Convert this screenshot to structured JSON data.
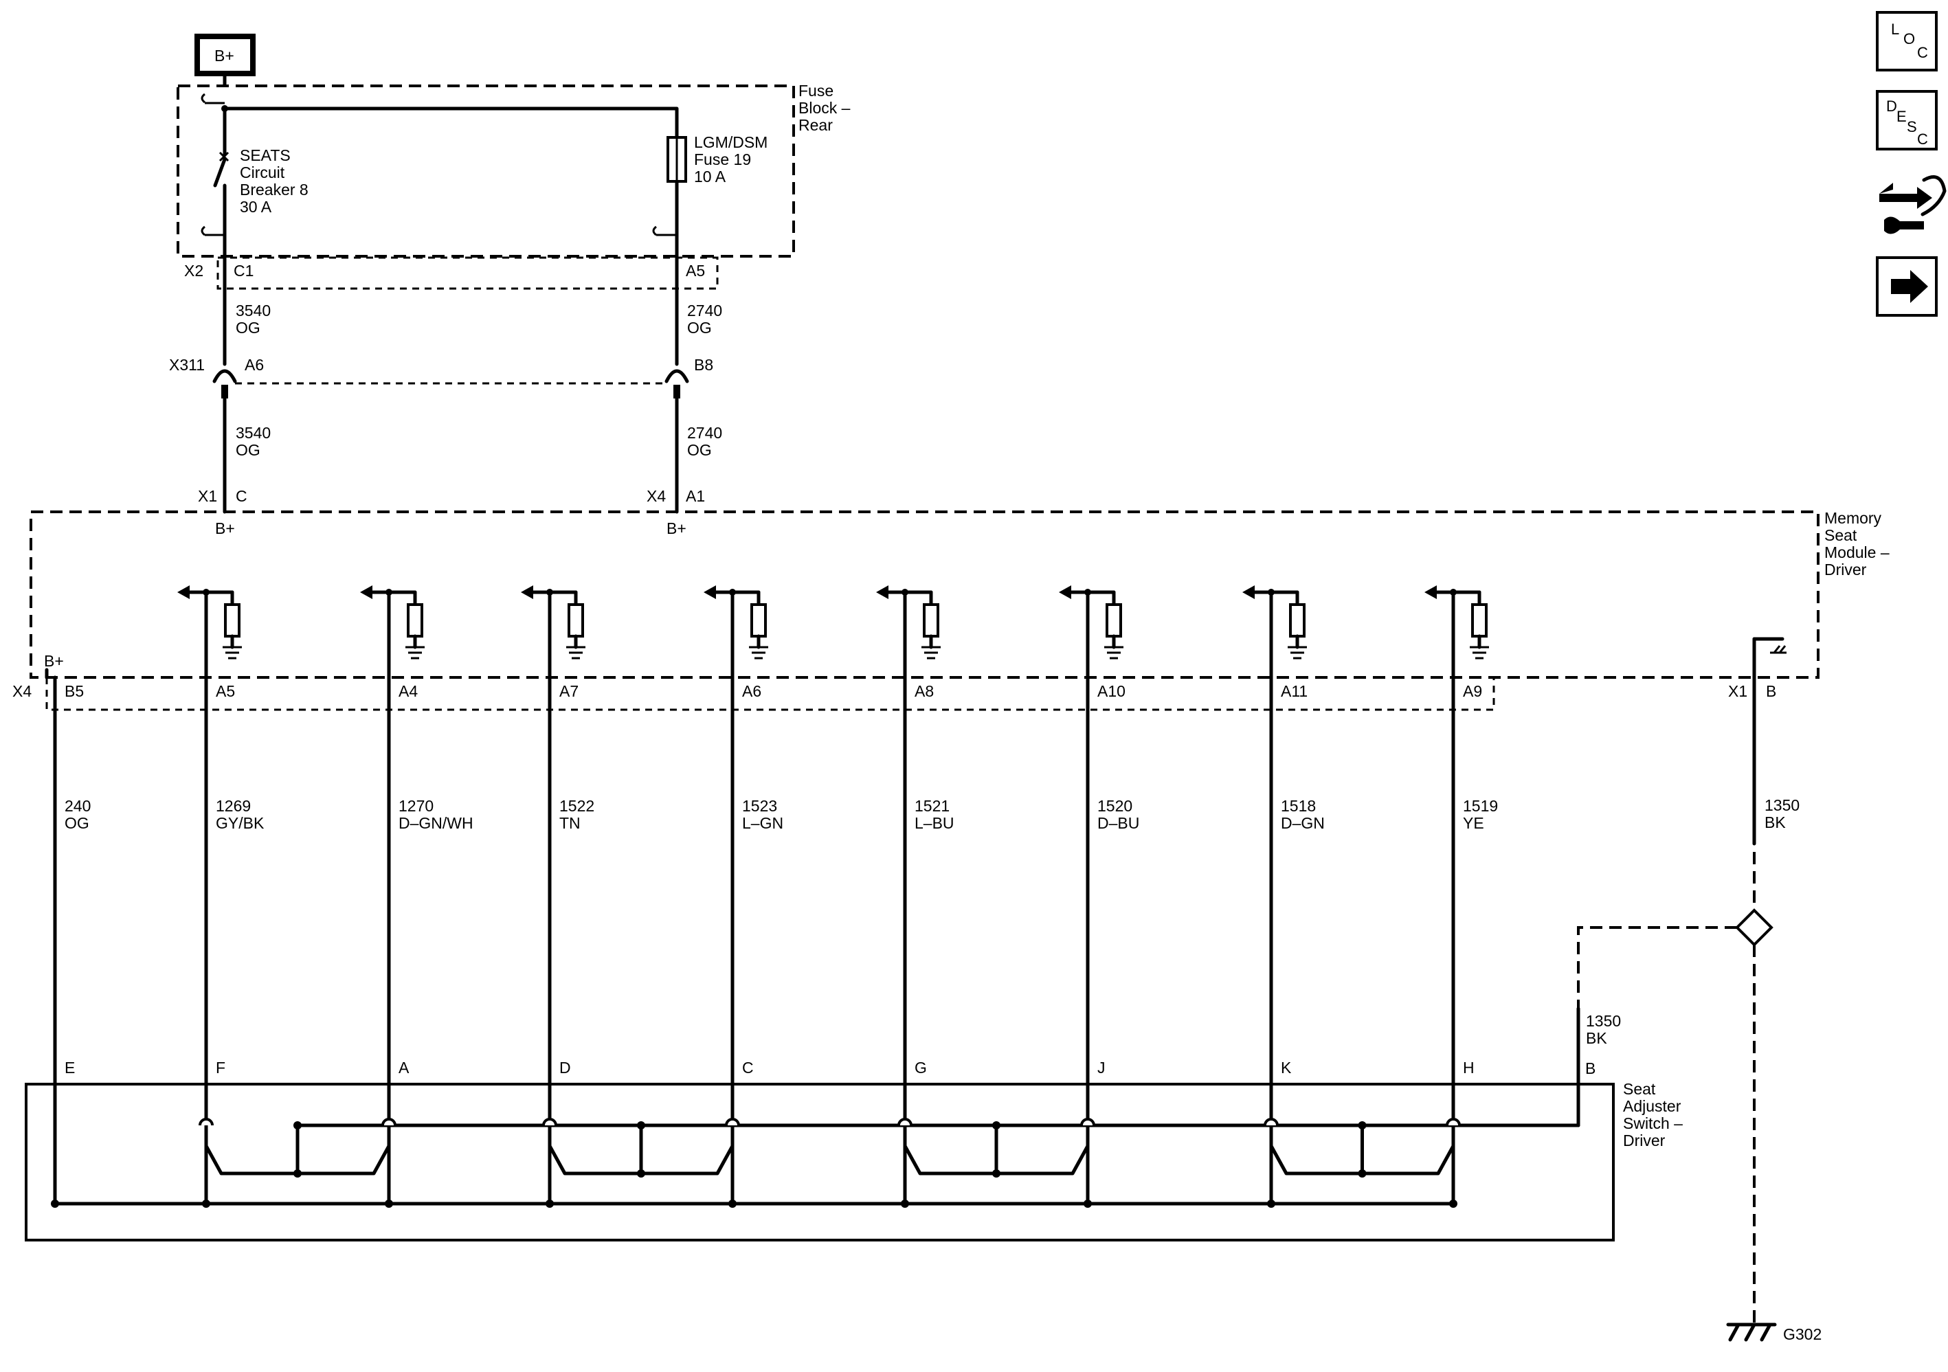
{
  "power": {
    "battery_label": "B+",
    "fuse_block_label": [
      "Fuse",
      "Block –",
      "Rear"
    ],
    "breaker_label": [
      "SEATS",
      "Circuit",
      "Breaker 8",
      "30 A"
    ],
    "fuse_label": [
      "LGM/DSM",
      "Fuse 19",
      "10 A"
    ],
    "x2_connector": "X2",
    "x2_pin_left": "C1",
    "x2_pin_right": "A5",
    "x311_connector": "X311",
    "x311_pin_left": "A6",
    "x311_pin_right": "B8",
    "left_feed_upper": [
      "3540",
      "OG"
    ],
    "right_feed_upper": [
      "2740",
      "OG"
    ],
    "left_feed_lower": [
      "3540",
      "OG"
    ],
    "right_feed_lower": [
      "2740",
      "OG"
    ],
    "x1_connector": "X1",
    "x1_pin": "C",
    "x4_connector": "X4",
    "x4_pin": "A1",
    "bplus_left": "B+",
    "bplus_right": "B+"
  },
  "module": {
    "label": [
      "Memory",
      "Seat",
      "Module –",
      "Driver"
    ],
    "x4_connector": "X4",
    "b5_pin": "B5",
    "b5_supply": "B+",
    "ground_connector": "X1",
    "ground_pin": "B"
  },
  "circuits": [
    {
      "pin": "B5",
      "circuit": "240",
      "color": "OG",
      "switch_pin": "E"
    },
    {
      "pin": "A5",
      "circuit": "1269",
      "color": "GY/BK",
      "switch_pin": "F"
    },
    {
      "pin": "A4",
      "circuit": "1270",
      "color": "D–GN/WH",
      "switch_pin": "A"
    },
    {
      "pin": "A7",
      "circuit": "1522",
      "color": "TN",
      "switch_pin": "D"
    },
    {
      "pin": "A6",
      "circuit": "1523",
      "color": "L–GN",
      "switch_pin": "C"
    },
    {
      "pin": "A8",
      "circuit": "1521",
      "color": "L–BU",
      "switch_pin": "G"
    },
    {
      "pin": "A10",
      "circuit": "1520",
      "color": "D–BU",
      "switch_pin": "J"
    },
    {
      "pin": "A11",
      "circuit": "1518",
      "color": "D–GN",
      "switch_pin": "K"
    },
    {
      "pin": "A9",
      "circuit": "1519",
      "color": "YE",
      "switch_pin": "H"
    }
  ],
  "ground": {
    "module_wire": [
      "1350",
      "BK"
    ],
    "switch_wire": [
      "1350",
      "BK"
    ],
    "switch_pin": "B",
    "ground_point": "G302"
  },
  "switch": {
    "label": [
      "Seat",
      "Adjuster",
      "Switch –",
      "Driver"
    ]
  },
  "nav": {
    "loc": {
      "l": "L",
      "o": "O",
      "c": "C"
    },
    "desc": {
      "d": "D",
      "e": "E",
      "s": "S",
      "c": "C"
    },
    "connector_icon": "connector-wrench-icon",
    "next_icon": "right-arrow-icon"
  }
}
